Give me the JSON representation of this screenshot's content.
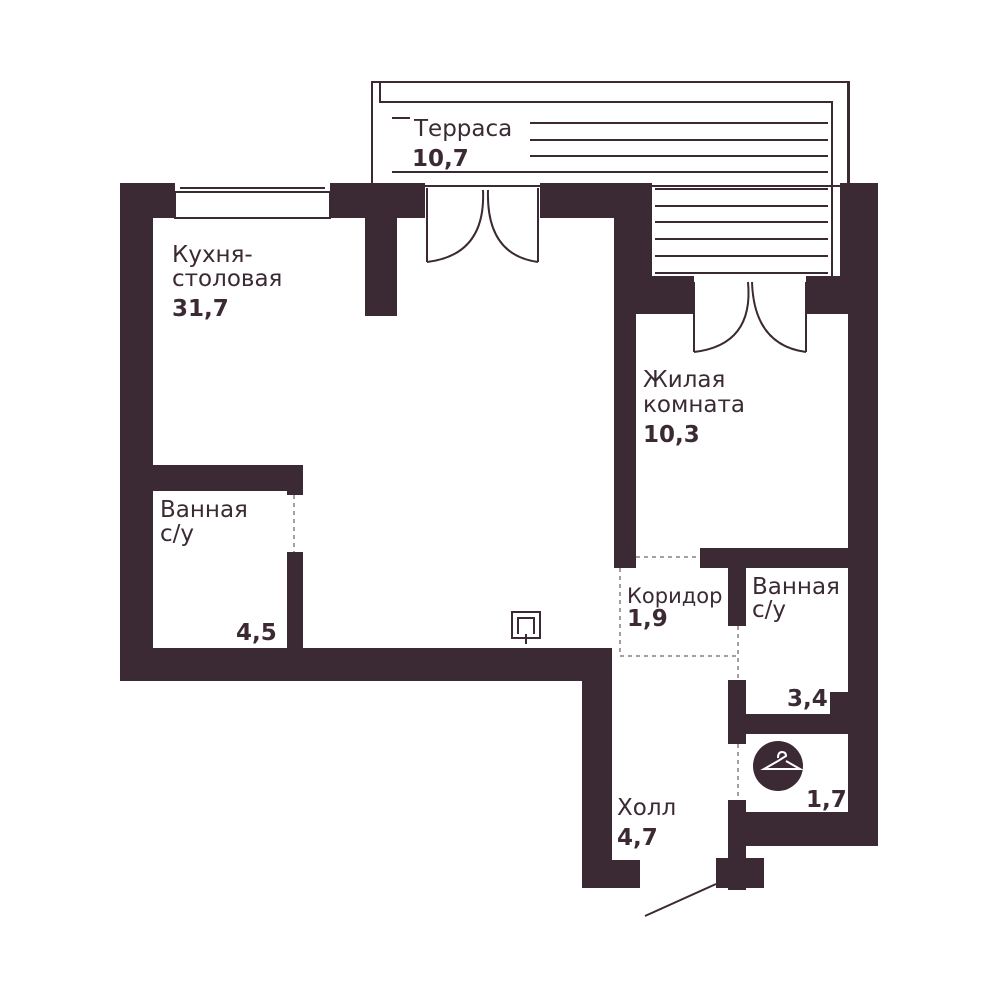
{
  "rooms": {
    "terrace": {
      "name": "Терраса",
      "area": "10,7"
    },
    "kitchen": {
      "name_line1": "Кухня-",
      "name_line2": "столовая",
      "area": "31,7"
    },
    "living": {
      "name_line1": "Жилая",
      "name_line2": "комната",
      "area": "10,3"
    },
    "bath_left": {
      "name_line1": "Ванная",
      "name_line2": "с/у",
      "area": "4,5"
    },
    "corridor": {
      "name": "Коридор",
      "area": "1,9"
    },
    "bath_right": {
      "name_line1": "Ванная",
      "name_line2": "с/у",
      "area": "3,4"
    },
    "wardrobe": {
      "icon": "hanger-icon",
      "area": "1,7"
    },
    "hall": {
      "name": "Холл",
      "area": "4,7"
    }
  },
  "colors": {
    "wall": "#3b2a34",
    "background": "#ffffff",
    "dashed": "#8a7f86"
  }
}
